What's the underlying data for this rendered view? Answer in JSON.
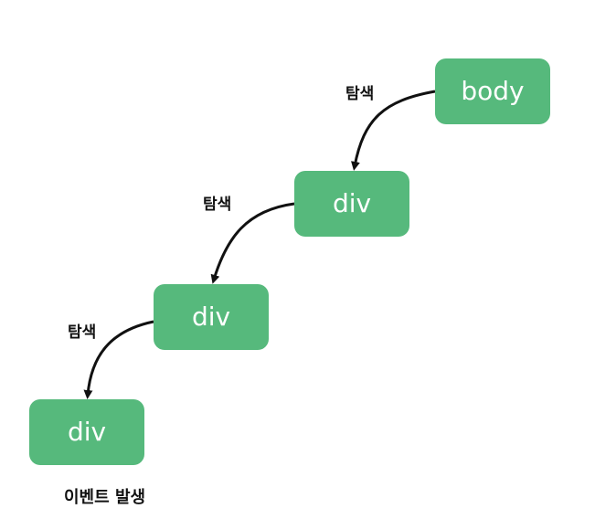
{
  "diagram": {
    "nodes": [
      {
        "label": "body"
      },
      {
        "label": "div"
      },
      {
        "label": "div"
      },
      {
        "label": "div"
      }
    ],
    "edge_labels": [
      "탐색",
      "탐색",
      "탐색"
    ],
    "caption": "이벤트 발생",
    "colors": {
      "node_fill": "#56b97c",
      "node_text": "#ffffff",
      "arrow": "#111111",
      "text": "#111111"
    }
  }
}
